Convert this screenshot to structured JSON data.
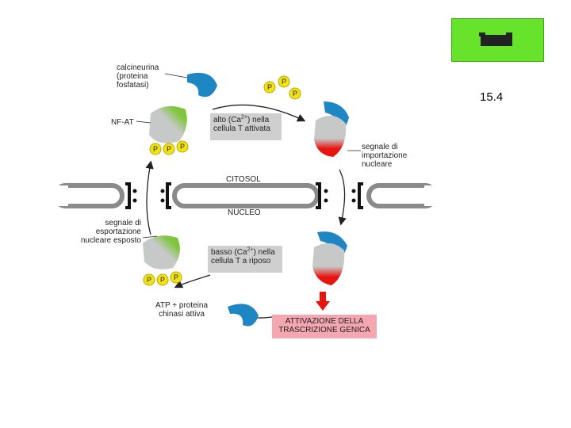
{
  "page_number": "15.4",
  "labels": {
    "calcineurin": [
      "calcineurina",
      "(proteina",
      "fosfatasi)"
    ],
    "nfat": "NF-AT",
    "high_ca_box": [
      "alto (Ca",
      "2+",
      ") nella",
      "cellula T attivata"
    ],
    "import_signal": [
      "segnale di",
      "importazione",
      "nucleare"
    ],
    "cytosol": "CITOSOL",
    "nucleus": "NUCLEO",
    "export_signal": [
      "segnale di",
      "esportazione",
      "nucleare esposto"
    ],
    "low_ca_box": [
      "basso (Ca",
      "2+",
      ") nella",
      "cellula T a riposo"
    ],
    "atp_kinase": [
      "ATP + proteina",
      "chinasi attiva"
    ],
    "activation": [
      "ATTIVAZIONE DELLA",
      "TRASCRIZIONE GENICA"
    ],
    "phosphate": "P"
  },
  "colors": {
    "green_button": "#66e32a",
    "calcineurin_blue": "#1f86c4",
    "nfat_gray": "#c7c9c8",
    "nfat_green": "#7fc63a",
    "import_red": "#e8150f",
    "phosphate_yellow": "#f2e413",
    "membrane_gray": "#8a8a8a",
    "box_gray": "#cfcfcf",
    "activation_pink": "#f4a7b0"
  }
}
